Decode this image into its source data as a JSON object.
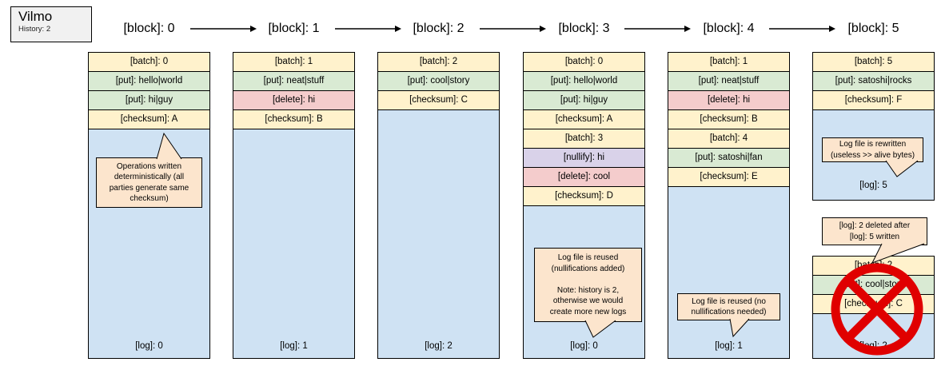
{
  "legend": {
    "title": "Vilmo",
    "history": "History: 2"
  },
  "colors": {
    "op_batch_checksum": "#fff2cc",
    "op_put": "#d9ead3",
    "op_delete": "#f4cccc",
    "op_nullify": "#d9d2e9",
    "log_file": "#cfe2f3",
    "annotation": "#fce5cd",
    "legend_bg": "#f1f1f1",
    "cross": "#e00000",
    "border": "#000000"
  },
  "blocks": [
    {
      "header": "[block]: 0",
      "ops": [
        {
          "kind": "batch",
          "text": "[batch]: 0"
        },
        {
          "kind": "put",
          "text": "[put]: hello|world"
        },
        {
          "kind": "put",
          "text": "[put]: hi|guy"
        },
        {
          "kind": "checksum",
          "text": "[checksum]: A"
        }
      ],
      "log": "[log]: 0"
    },
    {
      "header": "[block]: 1",
      "ops": [
        {
          "kind": "batch",
          "text": "[batch]: 1"
        },
        {
          "kind": "put",
          "text": "[put]: neat|stuff"
        },
        {
          "kind": "delete",
          "text": "[delete]: hi"
        },
        {
          "kind": "checksum",
          "text": "[checksum]: B"
        }
      ],
      "log": "[log]: 1"
    },
    {
      "header": "[block]: 2",
      "ops": [
        {
          "kind": "batch",
          "text": "[batch]: 2"
        },
        {
          "kind": "put",
          "text": "[put]: cool|story"
        },
        {
          "kind": "checksum",
          "text": "[checksum]: C"
        }
      ],
      "log": "[log]: 2"
    },
    {
      "header": "[block]: 3",
      "ops": [
        {
          "kind": "batch",
          "text": "[batch]: 0"
        },
        {
          "kind": "put",
          "text": "[put]: hello|world"
        },
        {
          "kind": "put",
          "text": "[put]: hi|guy"
        },
        {
          "kind": "checksum",
          "text": "[checksum]: A"
        },
        {
          "kind": "batch",
          "text": "[batch]: 3"
        },
        {
          "kind": "nullify",
          "text": "[nullify]: hi"
        },
        {
          "kind": "delete",
          "text": "[delete]: cool"
        },
        {
          "kind": "checksum",
          "text": "[checksum]: D"
        }
      ],
      "log": "[log]: 0"
    },
    {
      "header": "[block]: 4",
      "ops": [
        {
          "kind": "batch",
          "text": "[batch]: 1"
        },
        {
          "kind": "put",
          "text": "[put]: neat|stuff"
        },
        {
          "kind": "delete",
          "text": "[delete]: hi"
        },
        {
          "kind": "checksum",
          "text": "[checksum]: B"
        },
        {
          "kind": "batch",
          "text": "[batch]: 4"
        },
        {
          "kind": "put",
          "text": "[put]: satoshi|fan"
        },
        {
          "kind": "checksum",
          "text": "[checksum]: E"
        }
      ],
      "log": "[log]: 1"
    },
    {
      "header": "[block]: 5",
      "ops": [
        {
          "kind": "batch",
          "text": "[batch]: 5"
        },
        {
          "kind": "put",
          "text": "[put]: satoshi|rocks"
        },
        {
          "kind": "checksum",
          "text": "[checksum]: F"
        }
      ],
      "log": "[log]: 5"
    }
  ],
  "crossed_block": {
    "ops": [
      {
        "kind": "batch",
        "text": "[batch]: 2"
      },
      {
        "kind": "put",
        "text": "[put]: cool|story"
      },
      {
        "kind": "checksum",
        "text": "[checksum]: C"
      }
    ],
    "log": "[log]: 2"
  },
  "annotations": {
    "deterministic": "Operations written\ndeterministically (all\nparties generate same\nchecksum)",
    "reuse_nullify": "Log file is reused\n(nullifications added)\n\nNote: history is 2,\notherwise we would\ncreate more new logs",
    "reuse_clean": "Log file is reused (no\nnullifications needed)",
    "rewrite": "Log file is rewritten\n(useless >> alive bytes)",
    "deleted": "[log]: 2 deleted after\n[log]: 5 written"
  }
}
